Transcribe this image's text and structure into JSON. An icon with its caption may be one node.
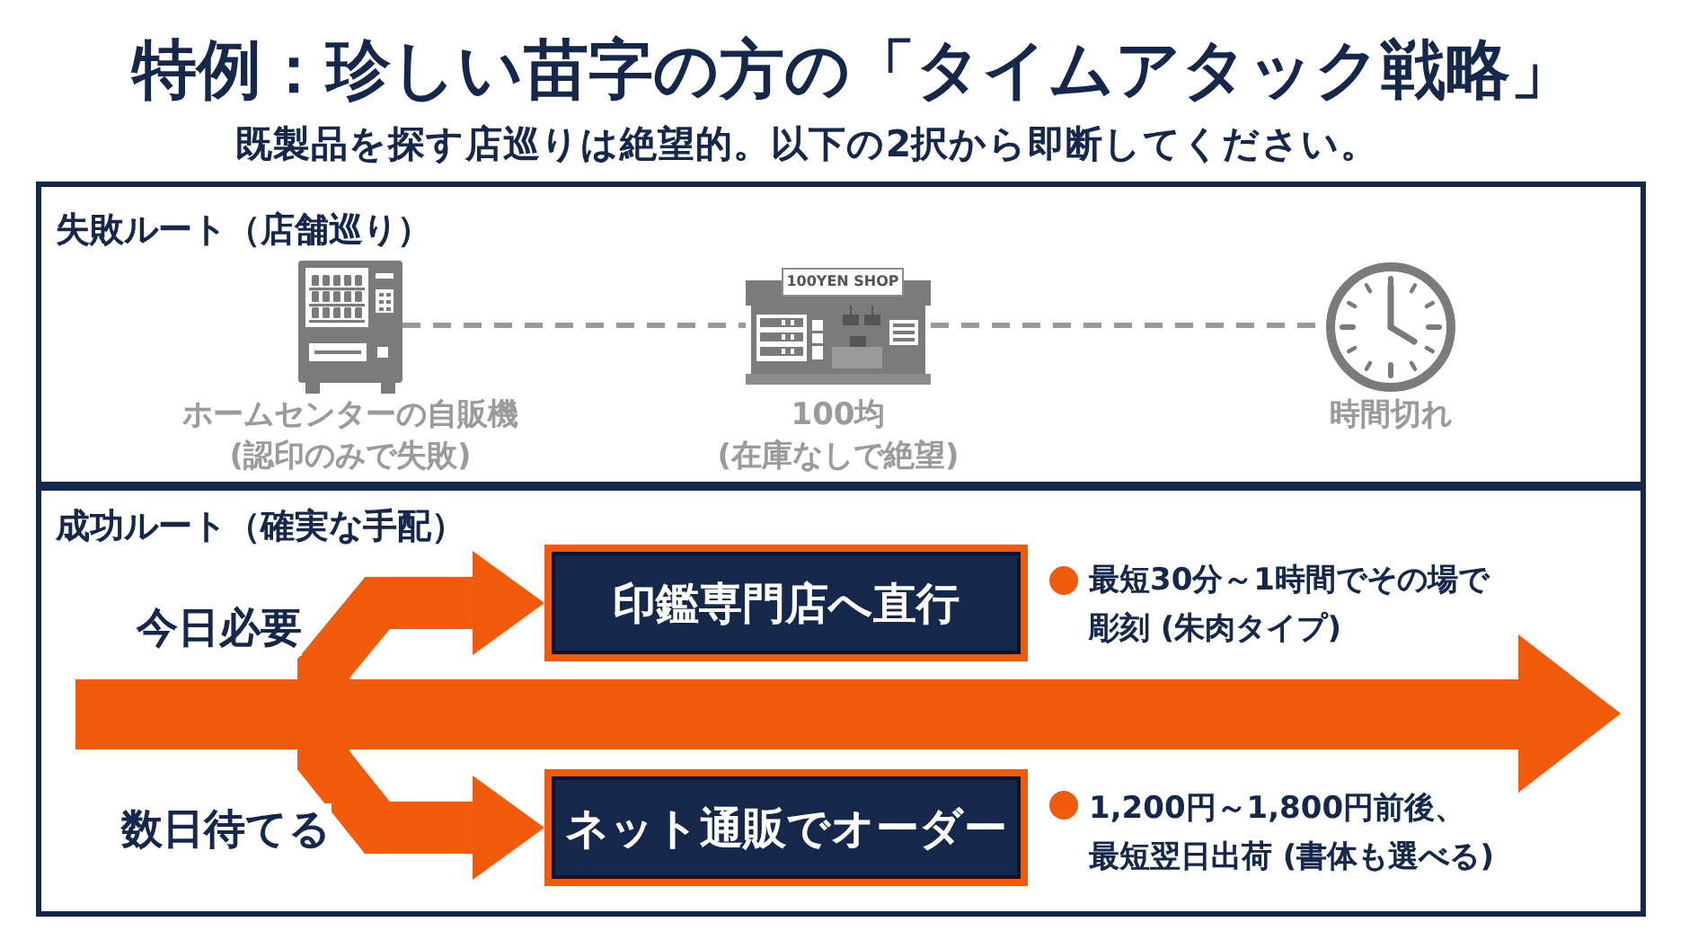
{
  "diagram": {
    "title": "特例：珍しい苗字の方の「タイムアタック戦略」",
    "nodes": [
      {
        "text": [
          "失敗ルート（店舗巡り）"
        ]
      },
      {
        "text": [],
        "shape": "picture",
        "in": 0,
        "beside": [
          "ホームセンターの自販機",
          "(認印のみで失敗)"
        ]
      },
      {
        "text": [
          "100YEN SHOP"
        ],
        "in": 0,
        "beside": [
          "100均",
          "(在庫なしで絶望)"
        ]
      },
      {
        "text": [],
        "shape": "picture",
        "in": 0,
        "beside": [
          "時間切れ"
        ]
      },
      {
        "text": [
          "成功ルート（確実な手配）"
        ]
      },
      {
        "text": [
          "印鑑専門店へ直行"
        ],
        "in": 4,
        "beside": [
          "最短30分～1時間でその場で彫刻 (朱肉タイプ)"
        ]
      },
      {
        "text": [
          "ネット通販でオーダー"
        ],
        "in": 4,
        "beside": [
          "1,200円～1,800円前後、最短翌日出荷 (書体も選べる)"
        ]
      }
    ],
    "edges": [
      {
        "from": 1,
        "to": 2,
        "arrow": "none",
        "style": "dashed",
        "color": "#999999"
      },
      {
        "from": 2,
        "to": 3,
        "arrow": "none",
        "style": "dashed",
        "color": "#999999"
      },
      {
        "from": null,
        "to": 5,
        "arrow": "to",
        "label": "今日必要",
        "style": "thick",
        "color": "#f25a0c"
      },
      {
        "from": null,
        "to": 6,
        "arrow": "to",
        "label": "数日待てる",
        "style": "thick",
        "color": "#f25a0c"
      }
    ],
    "labels": [
      "既製品を探す店巡りは絶望的。以下の2択から即断してください。"
    ]
  }
}
